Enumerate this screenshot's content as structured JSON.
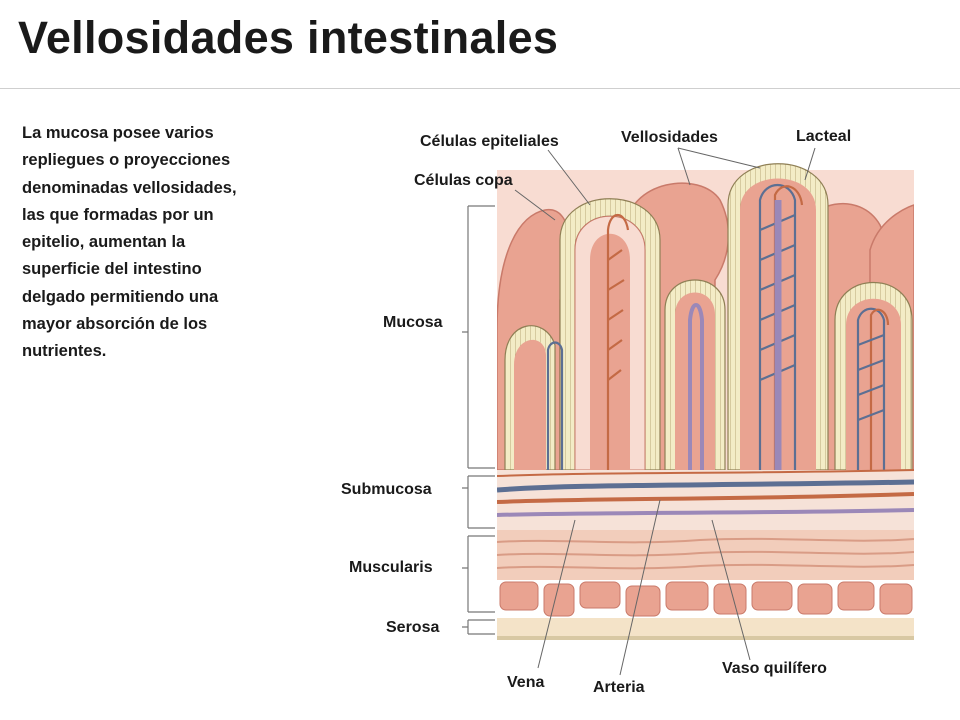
{
  "title": "Vellosidades intestinales",
  "description_lines": [
    "La mucosa posee varios",
    "repliegues o proyecciones",
    "denominadas vellosidades,",
    "las que formadas por un",
    "epitelio, aumentan la",
    "superficie del intestino",
    "delgado permitiendo una",
    "mayor absorción de los",
    "nutrientes."
  ],
  "labels": {
    "celulas_epiteliales": "Células epiteliales",
    "vellosidades": "Vellosidades",
    "lacteal": "Lacteal",
    "celulas_copa": "Células copa",
    "mucosa": "Mucosa",
    "submucosa": "Submucosa",
    "muscularis": "Muscularis",
    "serosa": "Serosa",
    "vena": "Vena",
    "arteria": "Arteria",
    "vaso_quilifero": "Vaso quilífero"
  },
  "colors": {
    "tissue": "#e9a391",
    "tissue_dark": "#c97a6a",
    "epithelium": "#f3ecc6",
    "vein": "#5c6f93",
    "artery": "#c46a45",
    "lacteal": "#9b88b8",
    "muscle": "#f2cdbb",
    "serosa": "#f4e3c8"
  }
}
